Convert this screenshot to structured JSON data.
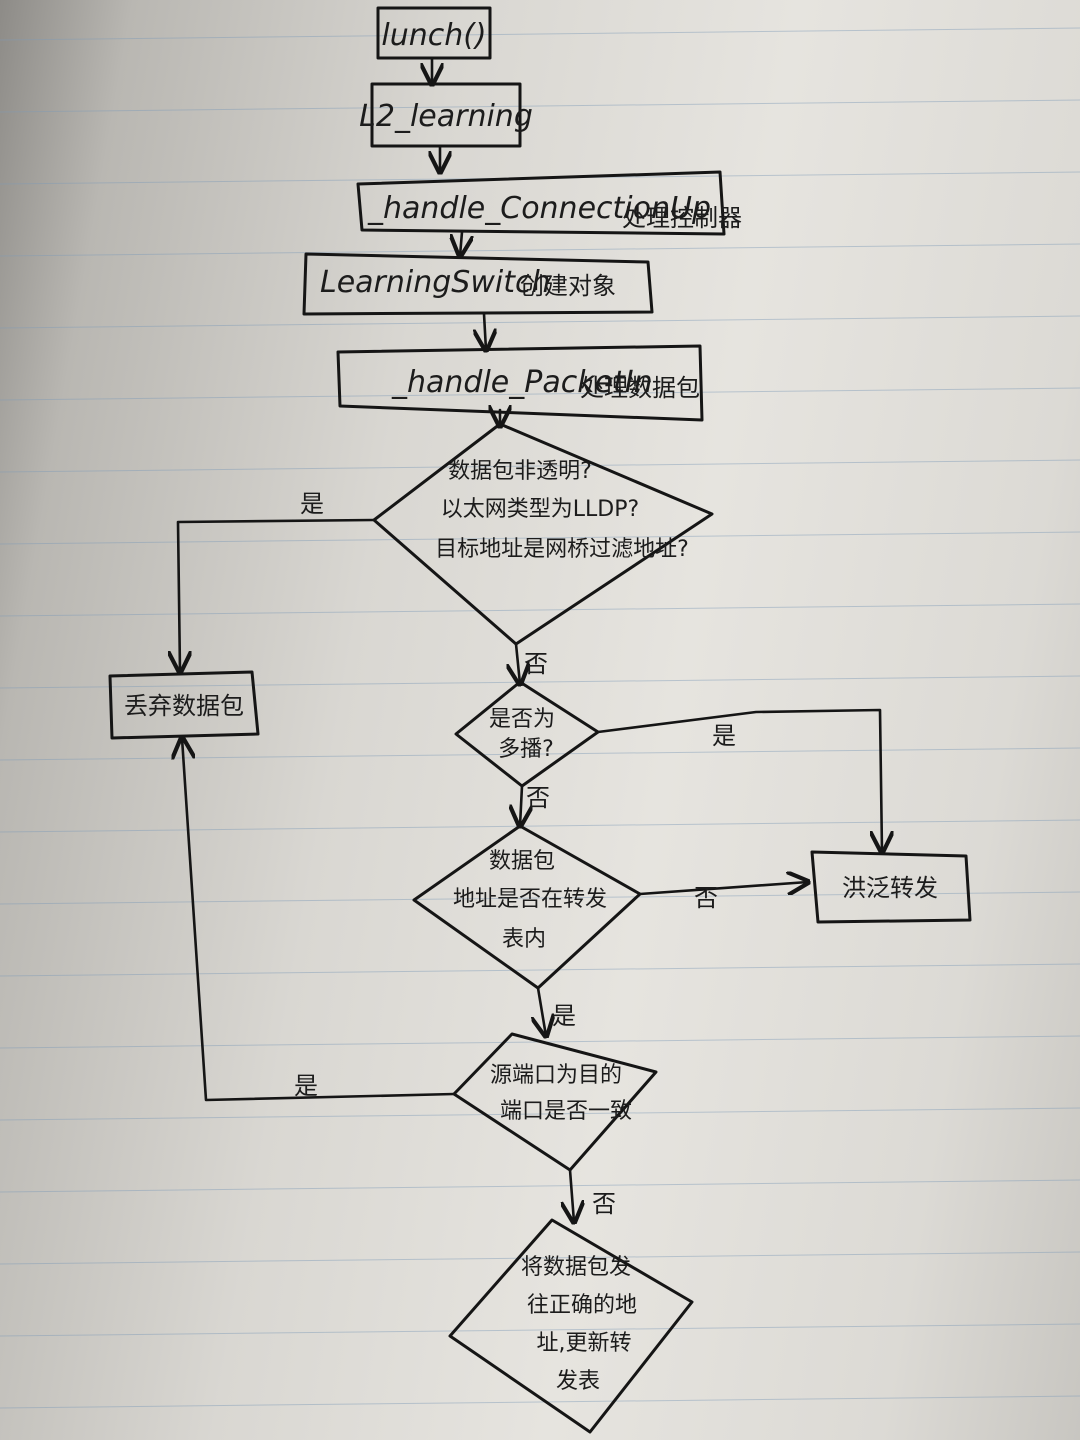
{
  "boxes": {
    "lunch": "lunch()",
    "l2_learning": "L2_learning",
    "connection_up": {
      "text": "_handle_ConnectionUp",
      "note": "处理控制器"
    },
    "learning_switch": {
      "text": "LearningSwitch",
      "note": "创建对象"
    },
    "packet_in": {
      "text": "_handle_PacketIn",
      "note": "处理数据包"
    },
    "drop": "丢弃数据包",
    "flood": "洪泛转发"
  },
  "decisions": {
    "d1": [
      "数据包非透明?",
      "以太网类型为LLDP?",
      "目标地址是网桥过滤地址?"
    ],
    "d2": [
      "是否为",
      "多播?"
    ],
    "d3": [
      "数据包",
      "地址是否在转发",
      "表内"
    ],
    "d4": [
      "源端口为目的",
      "端口是否一致"
    ],
    "d5": [
      "将数据包发",
      "往正确的地",
      "址,更新转",
      "发表"
    ]
  },
  "labels": {
    "yes": "是",
    "no": "否"
  }
}
